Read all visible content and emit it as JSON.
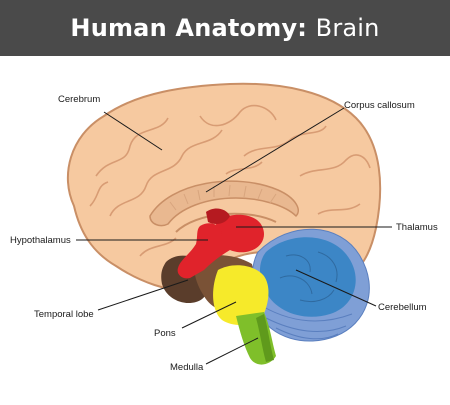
{
  "header": {
    "title_bold": "Human Anatomy:",
    "title_light": "Brain"
  },
  "labels": {
    "cerebrum": "Cerebrum",
    "corpus_callosum": "Corpus callosum",
    "thalamus": "Thalamus",
    "hypothalamus": "Hypothalamus",
    "cerebellum": "Cerebellum",
    "temporal_lobe": "Temporal lobe",
    "pons": "Pons",
    "medulla": "Medulla"
  },
  "colors": {
    "header_bg": "#4a4a4a",
    "cerebrum": "#f6c9a0",
    "cerebrum_outline": "#c98f66",
    "hypothalamus": "#e0232b",
    "thalamus": "#e0232b",
    "pons": "#f6ea2a",
    "medulla": "#7fbf2a",
    "cerebellum": "#3c86c6",
    "cerebellum_outer": "#7f9fd6",
    "temporal_lobe": "#5a3d2b"
  }
}
